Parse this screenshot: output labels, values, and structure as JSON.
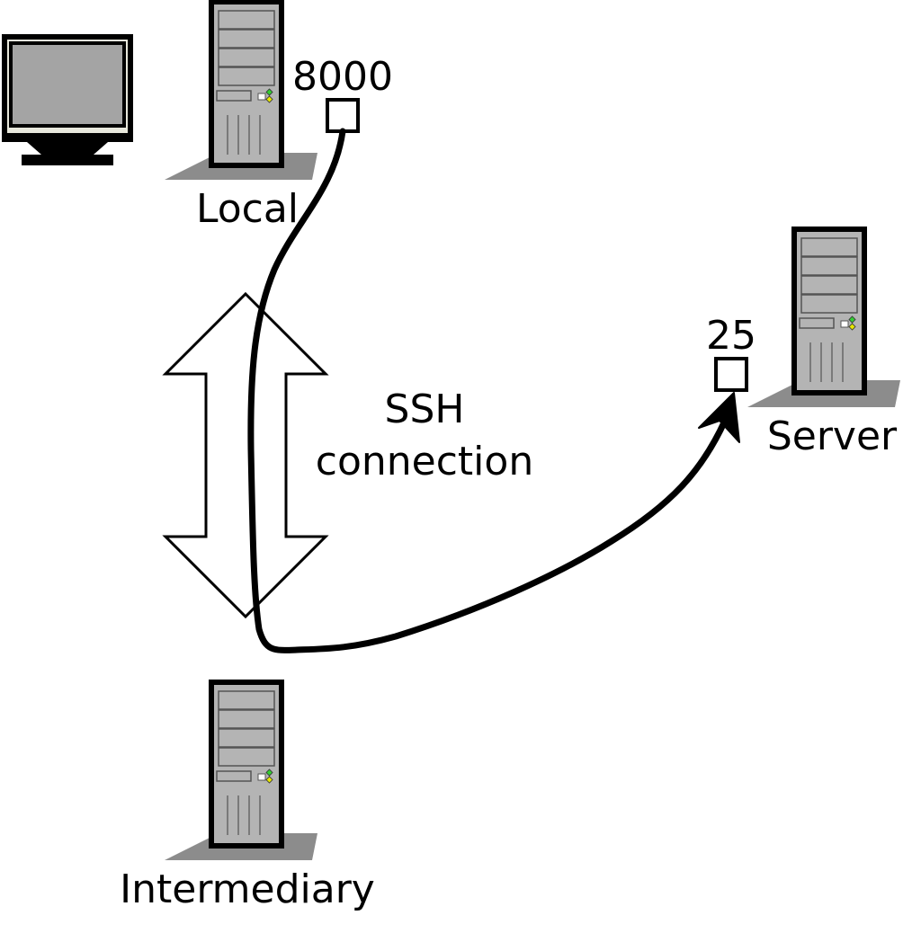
{
  "nodes": {
    "monitor": {
      "icon": "monitor-icon"
    },
    "local": {
      "label": "Local",
      "icon": "server-tower-icon"
    },
    "intermediary": {
      "label": "Intermediary",
      "icon": "server-tower-icon"
    },
    "server": {
      "label": "Server",
      "icon": "server-tower-icon"
    }
  },
  "ports": {
    "local": {
      "number": "8000"
    },
    "server": {
      "number": "25"
    }
  },
  "connection": {
    "line1": "SSH",
    "line2": "connection"
  },
  "colors": {
    "stroke": "#000000",
    "tower_face": "#b4b4b4",
    "tower_shadow": "#8c8c8c",
    "screen": "#a4a4a4",
    "led_green": "#33cc33",
    "led_yellow": "#e6e600"
  }
}
